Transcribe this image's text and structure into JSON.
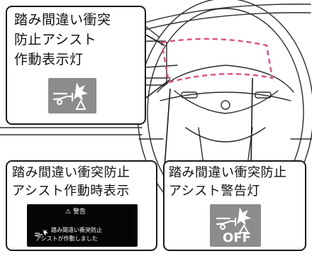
{
  "callouts": {
    "indicator": {
      "lines": [
        "踏み間違い衝突",
        "防止アシスト",
        "作動表示灯"
      ],
      "icon": "collision-warning-icon"
    },
    "operation_display": {
      "lines": [
        "踏み間違い衝突防止",
        "アシスト作動時表示"
      ],
      "panel": {
        "header": "警告",
        "message_lines": [
          "踏み間違い衝突防止",
          "アシストが作動しました"
        ],
        "icons": [
          "warning-triangle-icon",
          "collision-warning-icon"
        ]
      }
    },
    "warning_light": {
      "lines": [
        "踏み間違い衝突防止",
        "アシスト警告灯"
      ],
      "icon": "collision-warning-off-icon",
      "icon_text": "OFF"
    }
  },
  "colors": {
    "outline": "#1a1a1a",
    "highlight_dash": "#e04a86",
    "icon_bg": "#8c8c8c",
    "panel_bg": "#050505"
  }
}
